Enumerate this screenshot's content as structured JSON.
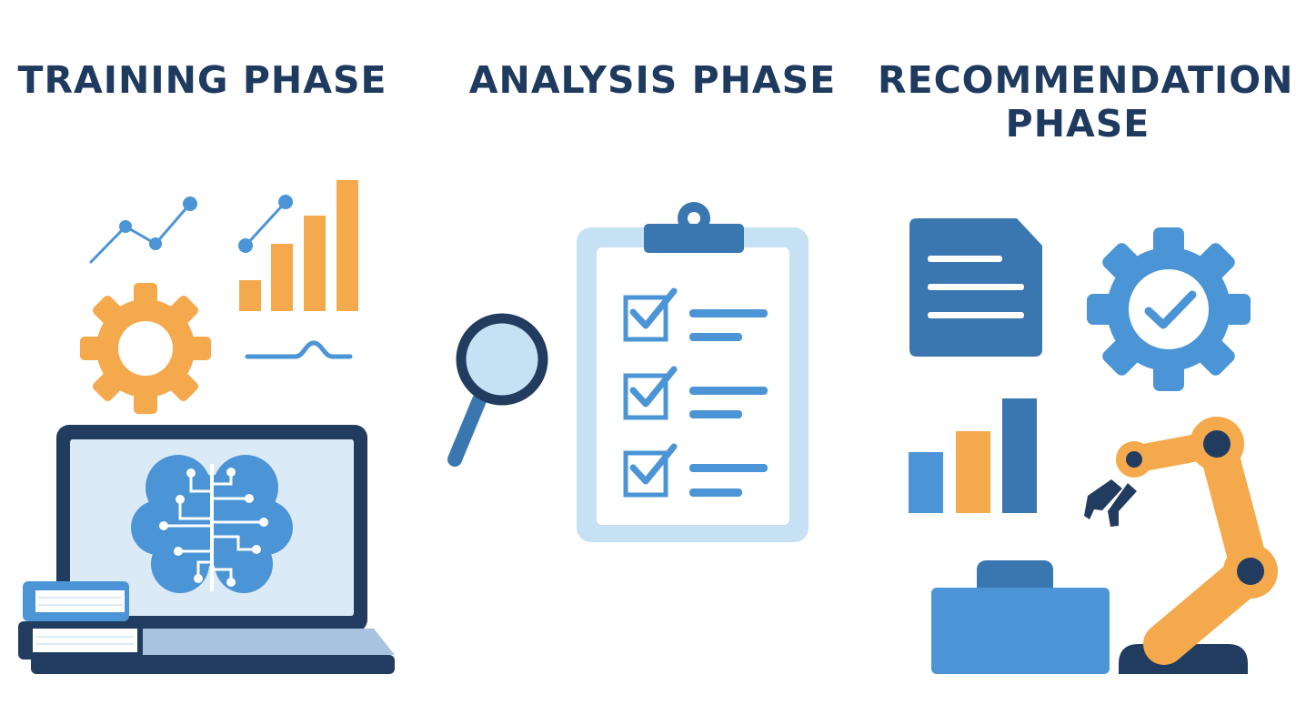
{
  "phases": [
    {
      "title_lines": [
        "TRAINING PHASE"
      ]
    },
    {
      "title_lines": [
        "ANALYSIS PHASE"
      ]
    },
    {
      "title_lines": [
        "RECOMMENDATION",
        "PHASE"
      ]
    }
  ],
  "colors": {
    "title": "#1f3a5f",
    "navy": "#223c5f",
    "orange": "#f4a94c",
    "blue": "#4b95d6",
    "steel_blue": "#3a76b0",
    "light_blue": "#c6e0f4",
    "pale_blue": "#dbeaf7",
    "laptop_base": "#a9c2e0"
  },
  "icons": [
    "line-chart-icon",
    "bar-chart-icon",
    "gear-icon",
    "signal-wave-icon",
    "laptop-icon",
    "brain-circuit-icon",
    "books-icon",
    "magnifying-glass-icon",
    "clipboard-checklist-icon",
    "document-icon",
    "gear-check-icon",
    "bar-chart-icon",
    "robotic-arm-icon",
    "briefcase-icon"
  ]
}
